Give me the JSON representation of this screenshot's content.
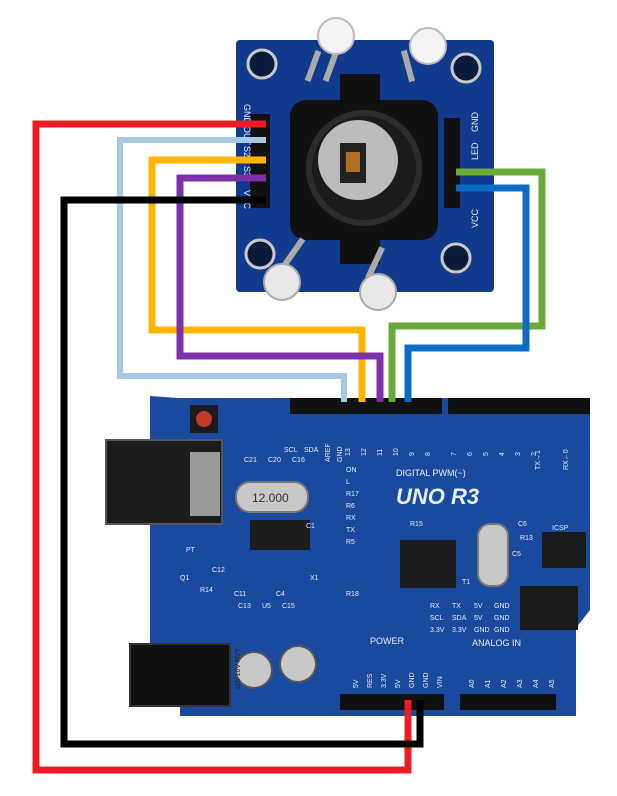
{
  "sensor": {
    "left_pins": [
      "GND",
      "OUT",
      "S2",
      "S3",
      "VCC"
    ],
    "right_pins": [
      "GND",
      "LED",
      "VCC"
    ]
  },
  "arduino": {
    "model": "UNO R3",
    "digital_label": "DIGITAL PWM(~)",
    "tx_label": "TX→1",
    "rx_label": "RX←0",
    "digital_numbers": [
      "13",
      "12",
      "11",
      "10",
      "9",
      "8",
      "7",
      "6",
      "5",
      "4",
      "3",
      "2"
    ],
    "header_left_labels": [
      "SCL",
      "SDA",
      "AREF",
      "GND"
    ],
    "crystal_label": "12.000",
    "side_labels": [
      "ON",
      "L",
      "R17",
      "R6",
      "RX",
      "TX",
      "R5"
    ],
    "component_labels": [
      "C21",
      "C20",
      "C16",
      "C1",
      "C12",
      "C13",
      "C15",
      "C11",
      "C4",
      "R14",
      "R18",
      "X1",
      "U5",
      "Q1",
      "PT",
      "R15",
      "R13",
      "C6",
      "C5",
      "ICSP",
      "T1"
    ],
    "power_label": "POWER",
    "analog_label": "ANALOG IN",
    "power_pins": [
      "5V",
      "RES",
      "3.3V",
      "5V",
      "GND",
      "GND",
      "VIN"
    ],
    "analog_pins": [
      "A0",
      "A1",
      "A2",
      "A3",
      "A4",
      "A5"
    ],
    "serial_row1": [
      "RX",
      "TX",
      "5V",
      "GND"
    ],
    "serial_row2": [
      "SCL",
      "SDA",
      "5V",
      "GND"
    ],
    "serial_row3": [
      "3.3V",
      "3.3V",
      "GND",
      "GND"
    ],
    "cap_label": "100 16V RVT"
  },
  "wires": [
    {
      "id": "red",
      "color": "#ed1c24"
    },
    {
      "id": "light-blue",
      "color": "#a8c8e8"
    },
    {
      "id": "yellow",
      "color": "#ffb400"
    },
    {
      "id": "purple",
      "color": "#7b2fa8"
    },
    {
      "id": "black",
      "color": "#000000"
    },
    {
      "id": "green",
      "color": "#6aaa3a"
    },
    {
      "id": "blue",
      "color": "#0b6cc8"
    }
  ]
}
